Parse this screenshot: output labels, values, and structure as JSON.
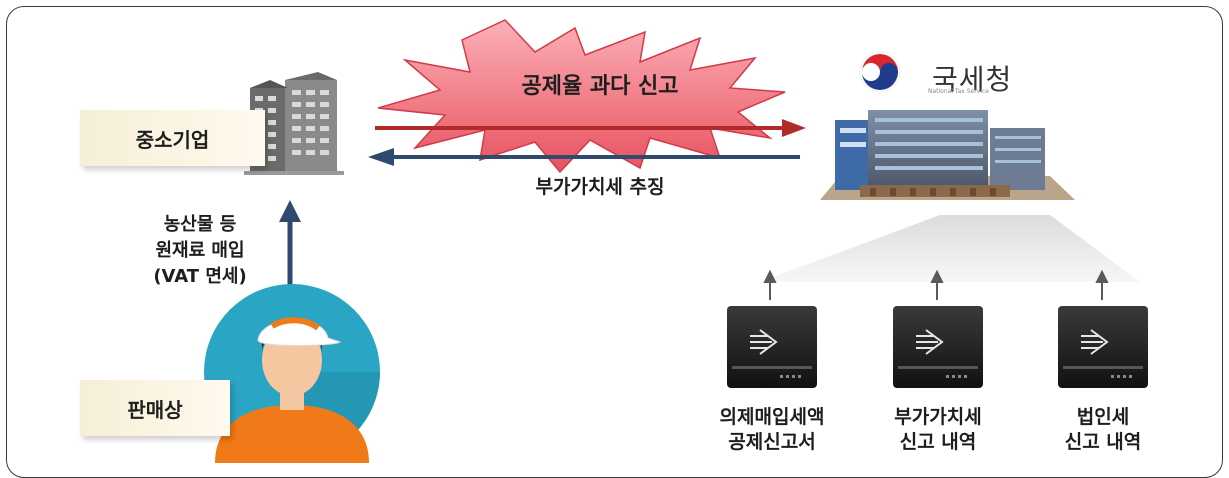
{
  "company": {
    "label": "중소기업"
  },
  "seller": {
    "label": "판매상"
  },
  "flows": {
    "over_report": "공제율 과다 신고",
    "vat_collection": "부가가치세 추징",
    "purchase_lines": [
      "농산물 등",
      "원재료 매입",
      "(VAT 면세)"
    ]
  },
  "nts": {
    "name": "국세청",
    "subtitle": "National Tax Service"
  },
  "servers": [
    {
      "lines": [
        "의제매입세액",
        "공제신고서"
      ]
    },
    {
      "lines": [
        "부가가치세",
        "신고 내역"
      ]
    },
    {
      "lines": [
        "법인세",
        "신고 내역"
      ]
    }
  ],
  "colors": {
    "over_report_arrow": "#b22a2a",
    "collection_arrow": "#2e4a6e",
    "burst_fill": "#f06a78",
    "seller_circle": "#2aa5c4",
    "shirt": "#f07a18"
  },
  "icons": [
    "building-icon",
    "nts-logo-icon",
    "nts-building-icon",
    "seller-person-icon",
    "server-icon"
  ]
}
